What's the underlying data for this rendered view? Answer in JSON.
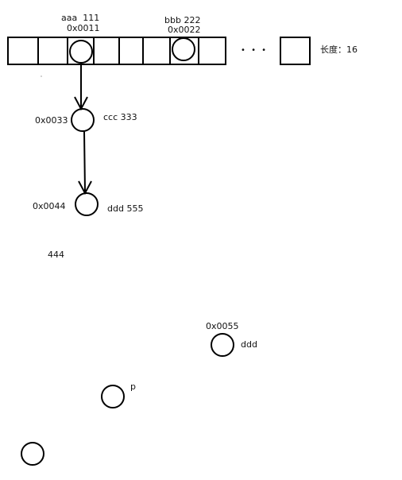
{
  "diagram": {
    "stroke_color": "#000000",
    "array": {
      "cells": 8,
      "ellipsis": "• • •",
      "length_label": "长度：16"
    },
    "nodes": [
      {
        "id": "aaa",
        "key": "aaa",
        "value": "111",
        "address": "0x0011",
        "in_array_cell": 2
      },
      {
        "id": "bbb",
        "key": "bbb",
        "value": "222",
        "address": "0x0022",
        "in_array_cell": 6
      },
      {
        "id": "ccc",
        "key": "ccc",
        "value": "333",
        "address": "0x0033"
      },
      {
        "id": "ddd1",
        "key": "ddd",
        "value": "555",
        "address": "0x0044"
      },
      {
        "id": "free444",
        "text": "444"
      },
      {
        "id": "ddd2",
        "key": "ddd",
        "address": "0x0055"
      },
      {
        "id": "p",
        "key": "p"
      },
      {
        "id": "blank",
        "key": ""
      }
    ],
    "edges": [
      {
        "from": "aaa",
        "to": "ccc"
      },
      {
        "from": "ccc",
        "to": "ddd1"
      }
    ]
  }
}
